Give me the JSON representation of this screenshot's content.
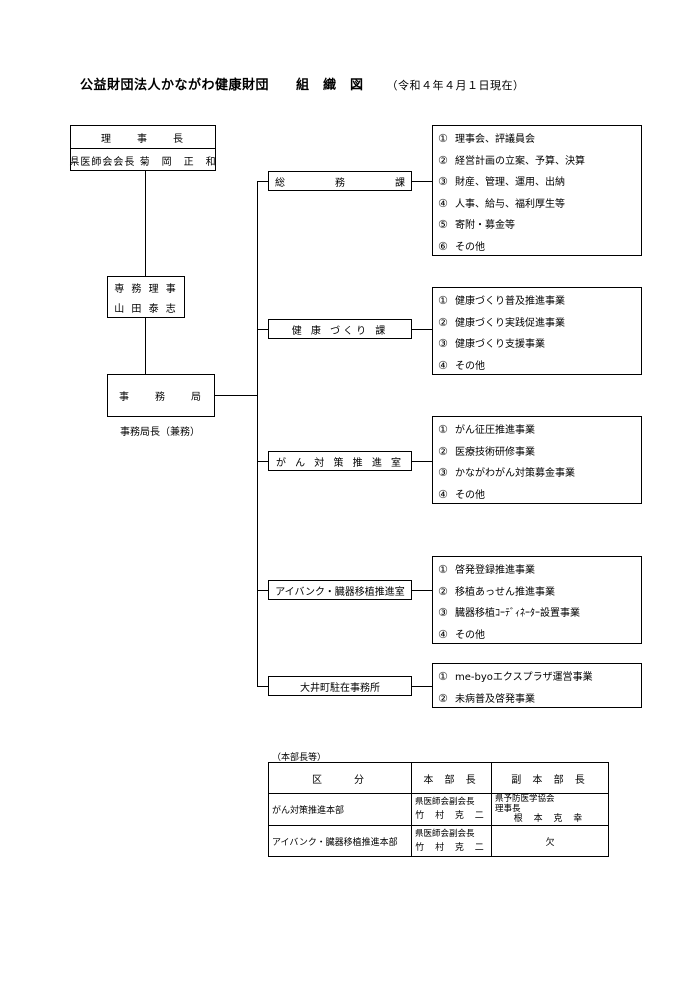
{
  "title": {
    "main": "公益財団法人かながわ健康財団　　組　織　図",
    "date": "（令和４年４月１日現在）"
  },
  "left": {
    "chairman_title": "理　　事　　長",
    "chairman_name": "県医師会会長 菊　岡　正　和",
    "director_title": "専 務 理 事",
    "director_name": "山 田 泰 志",
    "bureau_title": "事　　務　　局",
    "bureau_note": "事務局長（兼務）"
  },
  "departments": [
    {
      "name": "総　　務　　課",
      "duties": [
        {
          "num": "①",
          "text": "理事会、評議員会"
        },
        {
          "num": "②",
          "text": "経営計画の立案、予算、決算"
        },
        {
          "num": "③",
          "text": "財産、管理、運用、出納"
        },
        {
          "num": "④",
          "text": "人事、給与、福利厚生等"
        },
        {
          "num": "⑤",
          "text": "寄附・募金等"
        },
        {
          "num": "⑥",
          "text": "その他"
        }
      ]
    },
    {
      "name": "健 康 づくり 課",
      "duties": [
        {
          "num": "①",
          "text": "健康づくり普及推進事業"
        },
        {
          "num": "②",
          "text": "健康づくり実践促進事業"
        },
        {
          "num": "③",
          "text": "健康づくり支援事業"
        },
        {
          "num": "④",
          "text": "その他"
        }
      ]
    },
    {
      "name": "が ん 対 策 推 進 室",
      "duties": [
        {
          "num": "①",
          "text": "がん征圧推進事業"
        },
        {
          "num": "②",
          "text": "医療技術研修事業"
        },
        {
          "num": "③",
          "text": "かながわがん対策募金事業"
        },
        {
          "num": "④",
          "text": "その他"
        }
      ]
    },
    {
      "name": "アイバンク・臓器移植推進室",
      "duties": [
        {
          "num": "①",
          "text": "啓発登録推進事業"
        },
        {
          "num": "②",
          "text": "移植あっせん推進事業"
        },
        {
          "num": "③",
          "text": "臓器移植ｺｰﾃﾞｨﾈｰﾀｰ設置事業"
        },
        {
          "num": "④",
          "text": "その他"
        }
      ]
    },
    {
      "name": "大井町駐在事務所",
      "duties": [
        {
          "num": "①",
          "text": "me-byoエクスプラザ運営事業"
        },
        {
          "num": "②",
          "text": "未病普及啓発事業"
        }
      ]
    }
  ],
  "hq": {
    "caption": "（本部長等）",
    "headers": [
      "区　　分",
      "本 部 長",
      "副 本 部 長"
    ],
    "rows": [
      {
        "category": "がん対策推進本部",
        "head_title": "県医師会副会長",
        "head_name": "竹 村 克 二",
        "deputy_title": "県予防医学協会\n理事長",
        "deputy_name": "根 本 克 幸"
      },
      {
        "category": "アイバンク・臓器移植推進本部",
        "head_title": "県医師会副会長",
        "head_name": "竹 村 克 二",
        "deputy_title": "",
        "deputy_name": "欠"
      }
    ]
  }
}
